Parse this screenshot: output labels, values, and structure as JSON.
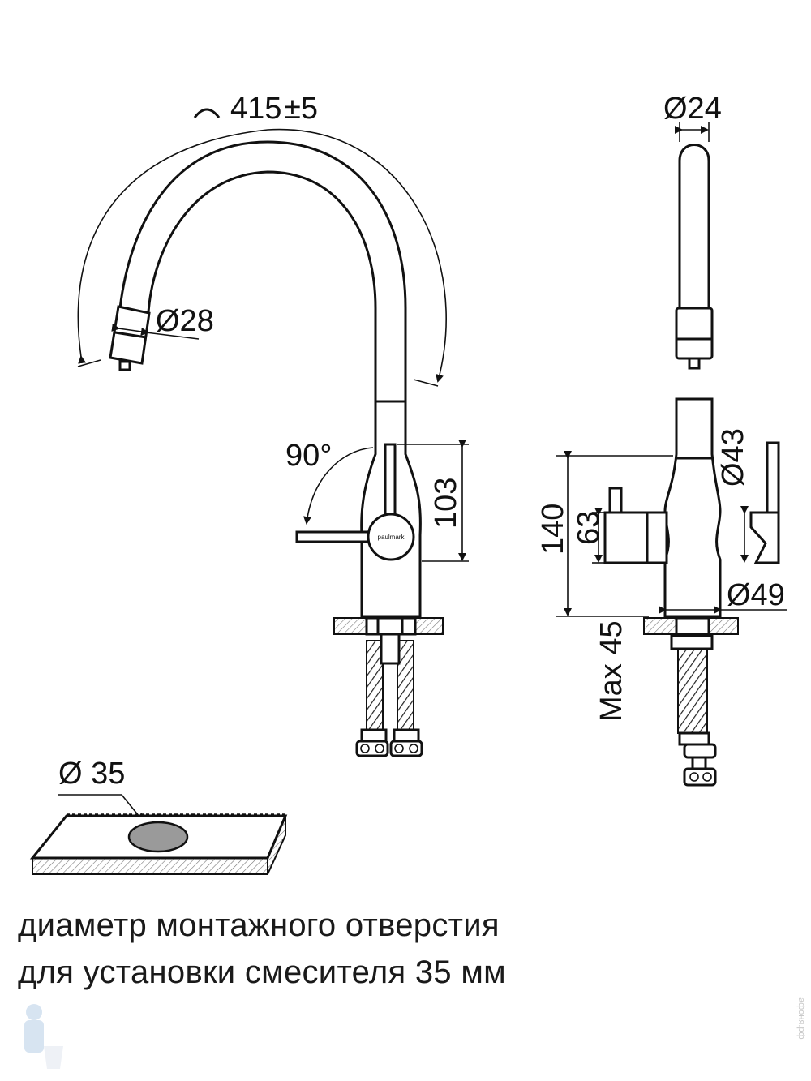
{
  "dimensions": {
    "arc_length": "415",
    "arc_tolerance": "±5",
    "spout_end_diameter": "Ø28",
    "lever_rotation": "90°",
    "lever_height": "103",
    "spout_diameter": "Ø24",
    "body_upper_diameter": "Ø43",
    "total_height_body": "140",
    "handle_height": "63",
    "base_diameter": "Ø49",
    "max_counter_thickness": "Max 45",
    "mount_hole_diameter": "Ø 35"
  },
  "brand_label": "paulmark",
  "caption": {
    "line1": "диаметр монтажного отверстия",
    "line2": "для установки смесителя 35 мм"
  },
  "watermark": {
    "text": "афоня.рф",
    "icon": "plumber-mascot-icon"
  }
}
